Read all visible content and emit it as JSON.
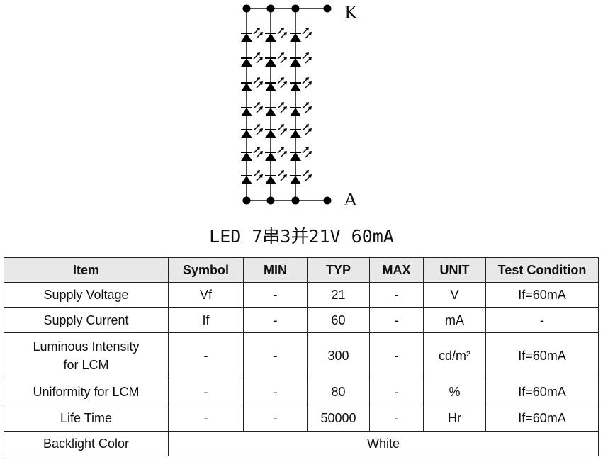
{
  "diagram": {
    "terminal_top": "K",
    "terminal_bottom": "A",
    "series": 7,
    "parallel": 3
  },
  "caption": "LED 7串3并21V 60mA",
  "table": {
    "headers": [
      "Item",
      "Symbol",
      "MIN",
      "TYP",
      "MAX",
      "UNIT",
      "Test Condition"
    ],
    "rows": [
      [
        "Supply  Voltage",
        "Vf",
        "-",
        "21",
        "-",
        "V",
        "If=60mA"
      ],
      [
        "Supply  Current",
        "If",
        "-",
        "60",
        "-",
        "mA",
        "-"
      ],
      [
        "Luminous  Intensity\nfor  LCM",
        "-",
        "-",
        "300",
        "-",
        "cd/m²",
        "If=60mA"
      ],
      [
        "Uniformity  for  LCM",
        "-",
        "-",
        "80",
        "-",
        "%",
        "If=60mA"
      ],
      [
        "Life  Time",
        "-",
        "-",
        "50000",
        "-",
        "Hr",
        "If=60mA"
      ]
    ],
    "last_row": {
      "item": "Backlight Color",
      "value": "White"
    }
  }
}
